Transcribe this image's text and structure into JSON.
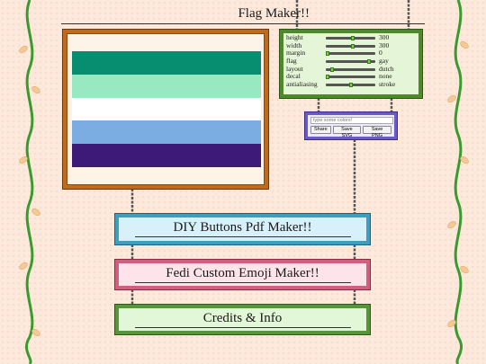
{
  "page": {
    "title": "Flag Maker!!"
  },
  "flag": {
    "stripes": [
      "#078d70",
      "#98e8c1",
      "#ffffff",
      "#7bade2",
      "#3d1a78"
    ]
  },
  "controls": [
    {
      "label": "height",
      "value": "300",
      "level": 0.55
    },
    {
      "label": "width",
      "value": "300",
      "level": 0.55
    },
    {
      "label": "margin",
      "value": "0",
      "level": 0.0
    },
    {
      "label": "flag",
      "value": "gay",
      "level": 0.9
    },
    {
      "label": "layout",
      "value": "dutch",
      "level": 0.1
    },
    {
      "label": "decal",
      "value": "none",
      "level": 0.0
    },
    {
      "label": "antialiasing",
      "value": "stroke",
      "level": 0.5
    }
  ],
  "colors": {
    "placeholder": "type some colors!",
    "share_label": "Share",
    "save_svg_label": "Save SVG",
    "save_png_label": "Save PNG"
  },
  "links": {
    "diy_buttons": "DIY Buttons Pdf Maker!!",
    "fedi_emoji": "Fedi Custom Emoji Maker!!",
    "credits": "Credits & Info"
  },
  "theme": {
    "background": "#fde9dc",
    "vine": "#3b9a2f",
    "leaf": "#f3c995"
  }
}
